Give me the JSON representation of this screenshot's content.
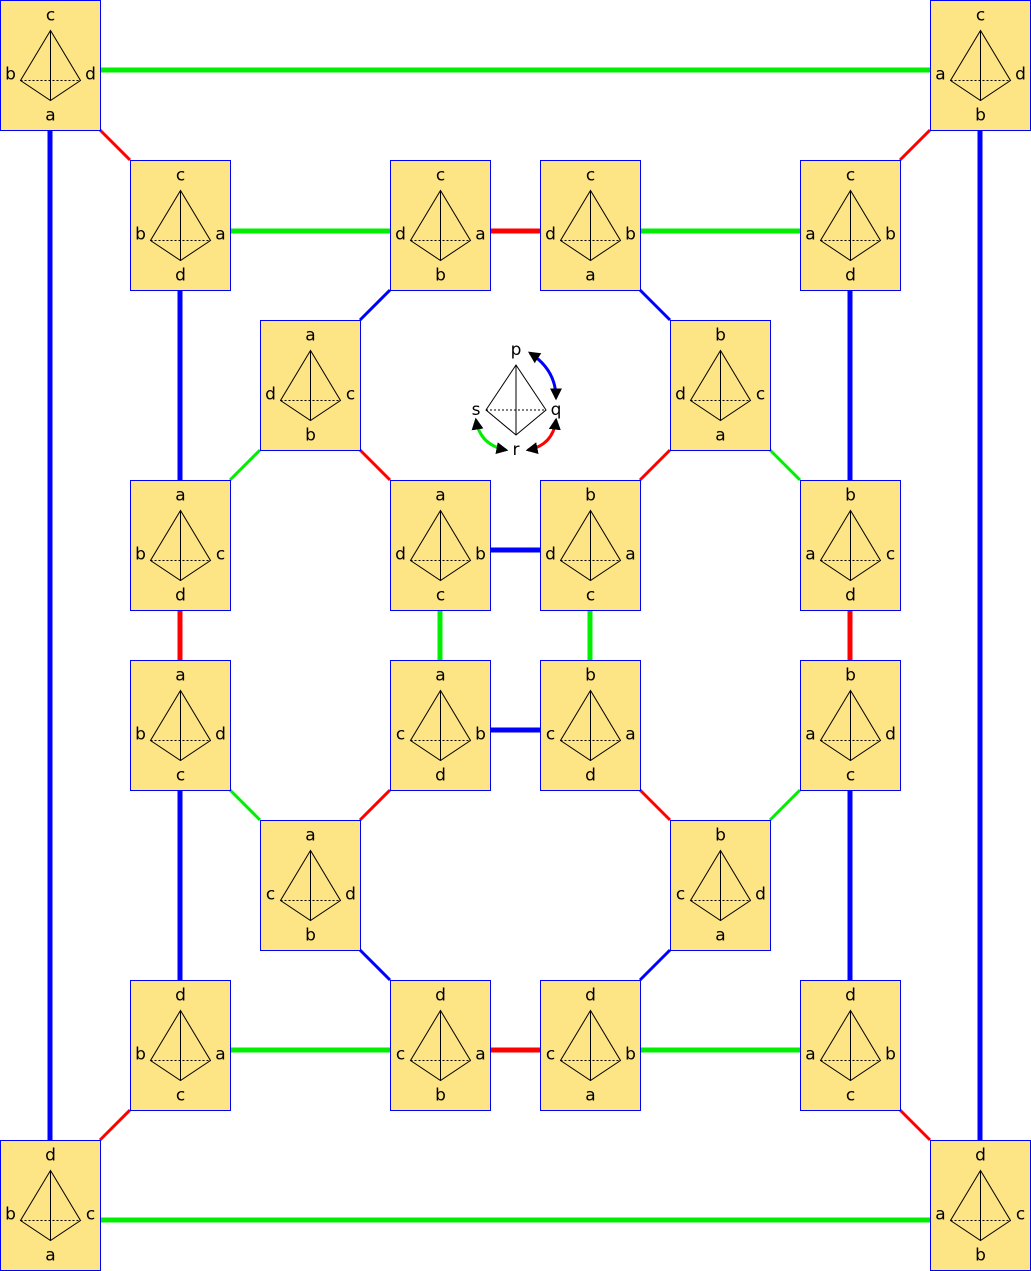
{
  "legend": {
    "vertices": {
      "top": "p",
      "right": "q",
      "bottom": "r",
      "left": "s"
    },
    "arrows": [
      {
        "from": "p",
        "to": "q",
        "color": "#0000ff"
      },
      {
        "from": "r",
        "to": "q",
        "color": "#ff0000"
      },
      {
        "from": "s",
        "to": "r",
        "color": "#00ff00"
      }
    ]
  },
  "colors": {
    "node_fill": "#fde484",
    "node_border": "#0000ff",
    "green": "#00ee00",
    "red": "#ff0000",
    "blue": "#0000ff"
  },
  "nodes": [
    {
      "top": "c",
      "left": "b",
      "right": "d",
      "bottom": "a"
    },
    {
      "top": "c",
      "left": "a",
      "right": "d",
      "bottom": "b"
    },
    {
      "top": "c",
      "left": "b",
      "right": "a",
      "bottom": "d"
    },
    {
      "top": "c",
      "left": "d",
      "right": "a",
      "bottom": "b"
    },
    {
      "top": "c",
      "left": "d",
      "right": "b",
      "bottom": "a"
    },
    {
      "top": "c",
      "left": "a",
      "right": "b",
      "bottom": "d"
    },
    {
      "top": "a",
      "left": "d",
      "right": "c",
      "bottom": "b"
    },
    {
      "top": "b",
      "left": "d",
      "right": "c",
      "bottom": "a"
    },
    {
      "top": "a",
      "left": "b",
      "right": "c",
      "bottom": "d"
    },
    {
      "top": "a",
      "left": "d",
      "right": "b",
      "bottom": "c"
    },
    {
      "top": "b",
      "left": "d",
      "right": "a",
      "bottom": "c"
    },
    {
      "top": "b",
      "left": "a",
      "right": "c",
      "bottom": "d"
    },
    {
      "top": "a",
      "left": "b",
      "right": "d",
      "bottom": "c"
    },
    {
      "top": "a",
      "left": "c",
      "right": "b",
      "bottom": "d"
    },
    {
      "top": "b",
      "left": "c",
      "right": "a",
      "bottom": "d"
    },
    {
      "top": "b",
      "left": "a",
      "right": "d",
      "bottom": "c"
    },
    {
      "top": "a",
      "left": "c",
      "right": "d",
      "bottom": "b"
    },
    {
      "top": "b",
      "left": "c",
      "right": "d",
      "bottom": "a"
    },
    {
      "top": "d",
      "left": "b",
      "right": "a",
      "bottom": "c"
    },
    {
      "top": "d",
      "left": "c",
      "right": "a",
      "bottom": "b"
    },
    {
      "top": "d",
      "left": "c",
      "right": "b",
      "bottom": "a"
    },
    {
      "top": "d",
      "left": "a",
      "right": "b",
      "bottom": "c"
    },
    {
      "top": "d",
      "left": "b",
      "right": "c",
      "bottom": "a"
    },
    {
      "top": "d",
      "left": "a",
      "right": "c",
      "bottom": "b"
    }
  ]
}
